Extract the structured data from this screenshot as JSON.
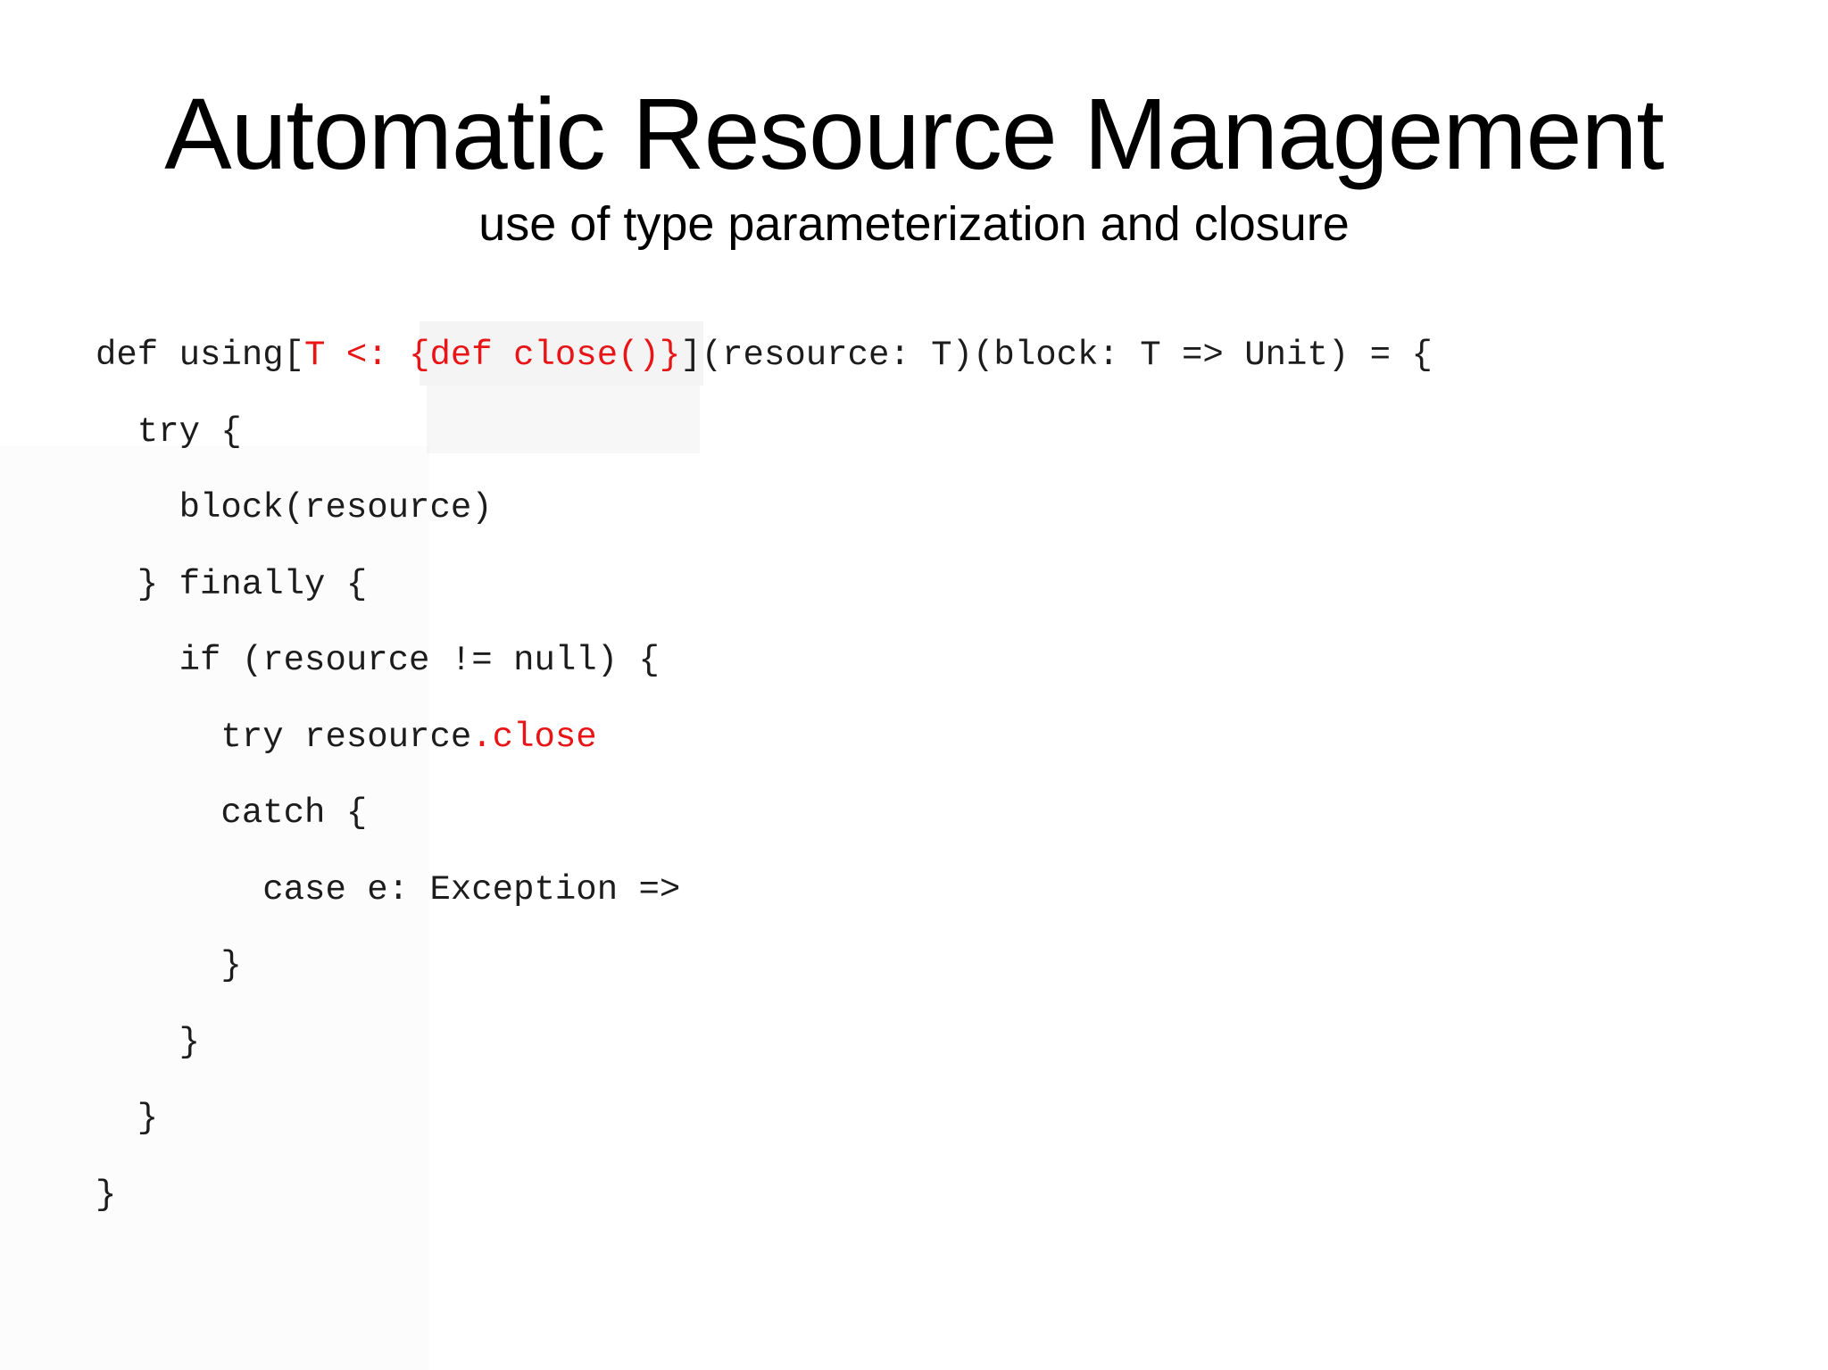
{
  "slide": {
    "title": "Automatic Resource Management",
    "subtitle": "use of type parameterization and closure",
    "colors": {
      "background": "#ffffff",
      "title_text": "#000000",
      "code_black": "#1c1c1c",
      "code_red": "#e81416"
    },
    "code_lines": [
      {
        "segments": [
          {
            "text": "def using[",
            "color": "black"
          },
          {
            "text": "T <: {def close()}",
            "color": "red"
          },
          {
            "text": "](resource: T)(block: T => Unit) = {",
            "color": "black"
          }
        ]
      },
      {
        "segments": [
          {
            "text": "  try {",
            "color": "black"
          }
        ]
      },
      {
        "segments": [
          {
            "text": "    block(resource)",
            "color": "black"
          }
        ]
      },
      {
        "segments": [
          {
            "text": "  } finally {",
            "color": "black"
          }
        ]
      },
      {
        "segments": [
          {
            "text": "    if (resource != null) {",
            "color": "black"
          }
        ]
      },
      {
        "segments": [
          {
            "text": "      try resource",
            "color": "black"
          },
          {
            "text": ".close",
            "color": "red"
          }
        ]
      },
      {
        "segments": [
          {
            "text": "      catch {",
            "color": "black"
          }
        ]
      },
      {
        "segments": [
          {
            "text": "        case e: Exception =>",
            "color": "black"
          }
        ]
      },
      {
        "segments": [
          {
            "text": "      }",
            "color": "black"
          }
        ]
      },
      {
        "segments": [
          {
            "text": "    }",
            "color": "black"
          }
        ]
      },
      {
        "segments": [
          {
            "text": "  }",
            "color": "black"
          }
        ]
      },
      {
        "segments": [
          {
            "text": "}",
            "color": "black"
          }
        ]
      }
    ]
  }
}
